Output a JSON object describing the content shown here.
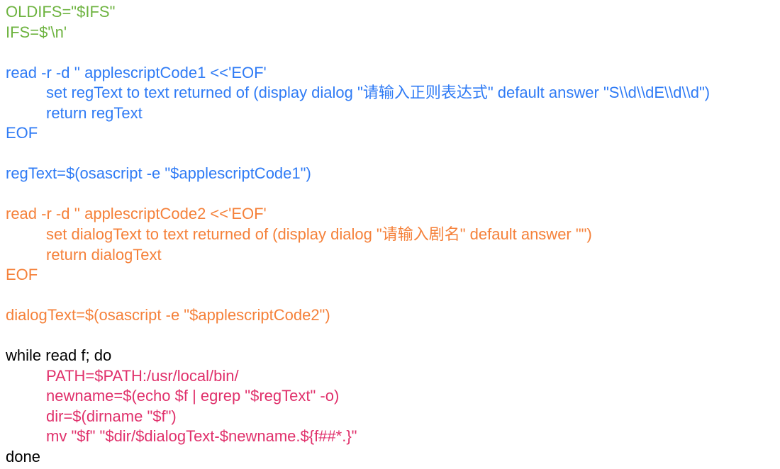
{
  "colors": {
    "green": "#6db33f",
    "blue": "#2f7bf5",
    "orange": "#f5813a",
    "pink": "#e0306b",
    "black": "#000000"
  },
  "lines": [
    {
      "text": "OLDIFS=\"$IFS\"",
      "color": "green",
      "indent": false
    },
    {
      "text": "IFS=$'\\n'",
      "color": "green",
      "indent": false
    },
    {
      "text": "",
      "color": "black",
      "indent": false
    },
    {
      "text": "read -r -d '' applescriptCode1 <<'EOF'",
      "color": "blue",
      "indent": false
    },
    {
      "text": "set regText to text returned of (display dialog \"请输入正则表达式\" default answer \"S\\\\d\\\\dE\\\\d\\\\d\")",
      "color": "blue",
      "indent": true
    },
    {
      "text": "return regText",
      "color": "blue",
      "indent": true
    },
    {
      "text": "EOF",
      "color": "blue",
      "indent": false
    },
    {
      "text": "",
      "color": "black",
      "indent": false
    },
    {
      "text": "regText=$(osascript -e \"$applescriptCode1\")",
      "color": "blue",
      "indent": false
    },
    {
      "text": "",
      "color": "black",
      "indent": false
    },
    {
      "text": "read -r -d '' applescriptCode2 <<'EOF'",
      "color": "orange",
      "indent": false
    },
    {
      "text": "set dialogText to text returned of (display dialog \"请输入剧名\" default answer \"\")",
      "color": "orange",
      "indent": true
    },
    {
      "text": "return dialogText",
      "color": "orange",
      "indent": true
    },
    {
      "text": "EOF",
      "color": "orange",
      "indent": false
    },
    {
      "text": "",
      "color": "black",
      "indent": false
    },
    {
      "text": "dialogText=$(osascript -e \"$applescriptCode2\")",
      "color": "orange",
      "indent": false
    },
    {
      "text": "",
      "color": "black",
      "indent": false
    },
    {
      "text": "while read f; do",
      "color": "black",
      "indent": false
    },
    {
      "text": "PATH=$PATH:/usr/local/bin/",
      "color": "pink",
      "indent": true
    },
    {
      "text": "newname=$(echo $f | egrep \"$regText\" -o)",
      "color": "pink",
      "indent": true
    },
    {
      "text": "dir=$(dirname \"$f\")",
      "color": "pink",
      "indent": true
    },
    {
      "text": "mv \"$f\" \"$dir/$dialogText-$newname.${f##*.}\"",
      "color": "pink",
      "indent": true
    },
    {
      "text": "done",
      "color": "black",
      "indent": false
    }
  ]
}
